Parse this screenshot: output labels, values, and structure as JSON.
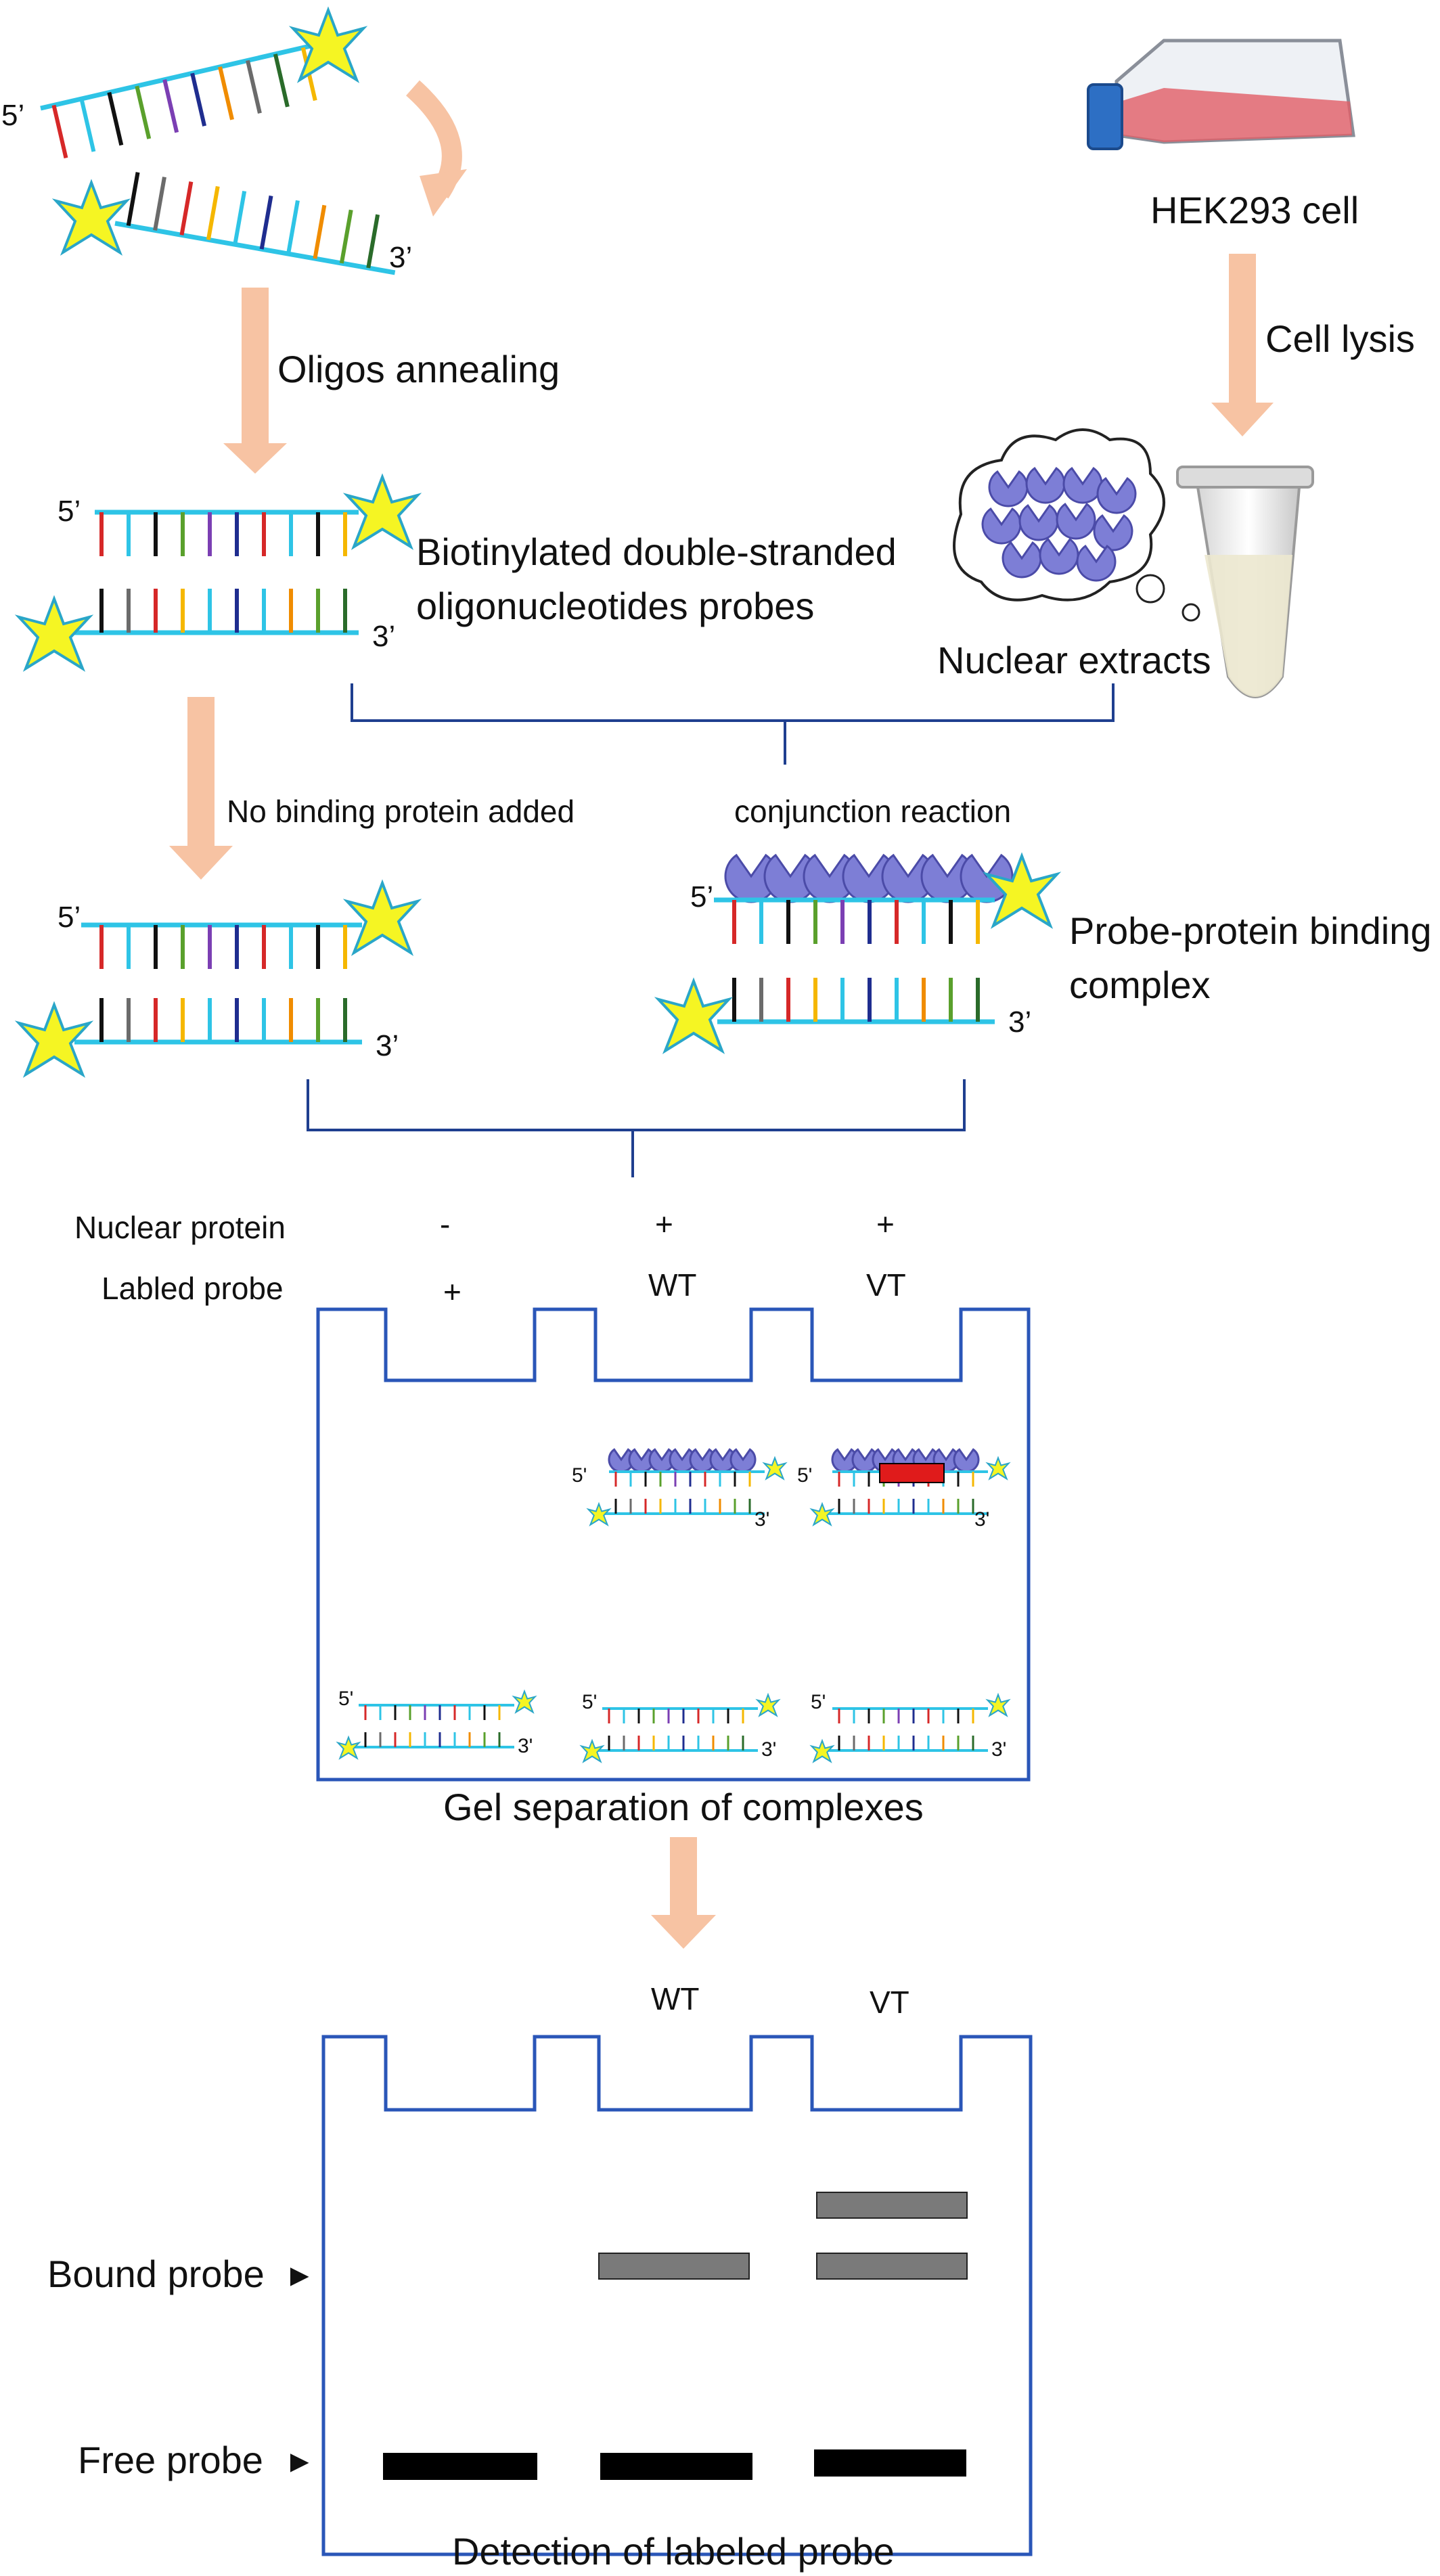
{
  "colors": {
    "strand": "#2ec4e6",
    "star": "#f5f523",
    "star_stroke": "#2aa6c8",
    "arrow": "#f7c3a3",
    "gel_outline": "#2a56b8",
    "protein": "#7d7ed6",
    "protein_stroke": "#4b4ba8",
    "mutation": "#e01b1b",
    "bound_band": "#7a7a7a",
    "free_band": "#000000",
    "bracket": "#1f3f8f",
    "flask_body": "#e15e66",
    "cap": "#2d6fc4",
    "base_palette": [
      "#d62828",
      "#2ec4e6",
      "#111111",
      "#5aa02c",
      "#7b3fb3",
      "#1f2d8f",
      "#f08c00",
      "#6b6b6b",
      "#2a6b2a",
      "#f5b700"
    ]
  },
  "labels": {
    "prime5": "5’",
    "prime3": "3’",
    "prime5_plain": "5'",
    "prime3_plain": "3'",
    "oligos_annealing": "Oligos annealing",
    "biotinylated_line1": "Biotinylated double-stranded",
    "biotinylated_line2": "oligonucleotides probes",
    "hek_cell": "HEK293 cell",
    "cell_lysis": "Cell lysis",
    "nuclear_extracts": "Nuclear extracts",
    "no_binding": "No binding protein added",
    "conjunction": "conjunction reaction",
    "complex_line1": "Probe-protein binding",
    "complex_line2": "complex"
  },
  "gel_table": {
    "row1_label": "Nuclear protein",
    "row2_label": "Labled probe",
    "lanes": [
      {
        "nuclear_protein": "-",
        "labeled_probe": "+"
      },
      {
        "nuclear_protein": "+",
        "labeled_probe": "WT"
      },
      {
        "nuclear_protein": "+",
        "labeled_probe": "VT"
      }
    ],
    "caption": "Gel separation of complexes"
  },
  "detection": {
    "lane_labels": [
      "WT",
      "VT"
    ],
    "bound_label": "Bound probe",
    "free_label": "Free probe",
    "arrowhead": "►",
    "caption": "Detection of labeled probe"
  }
}
